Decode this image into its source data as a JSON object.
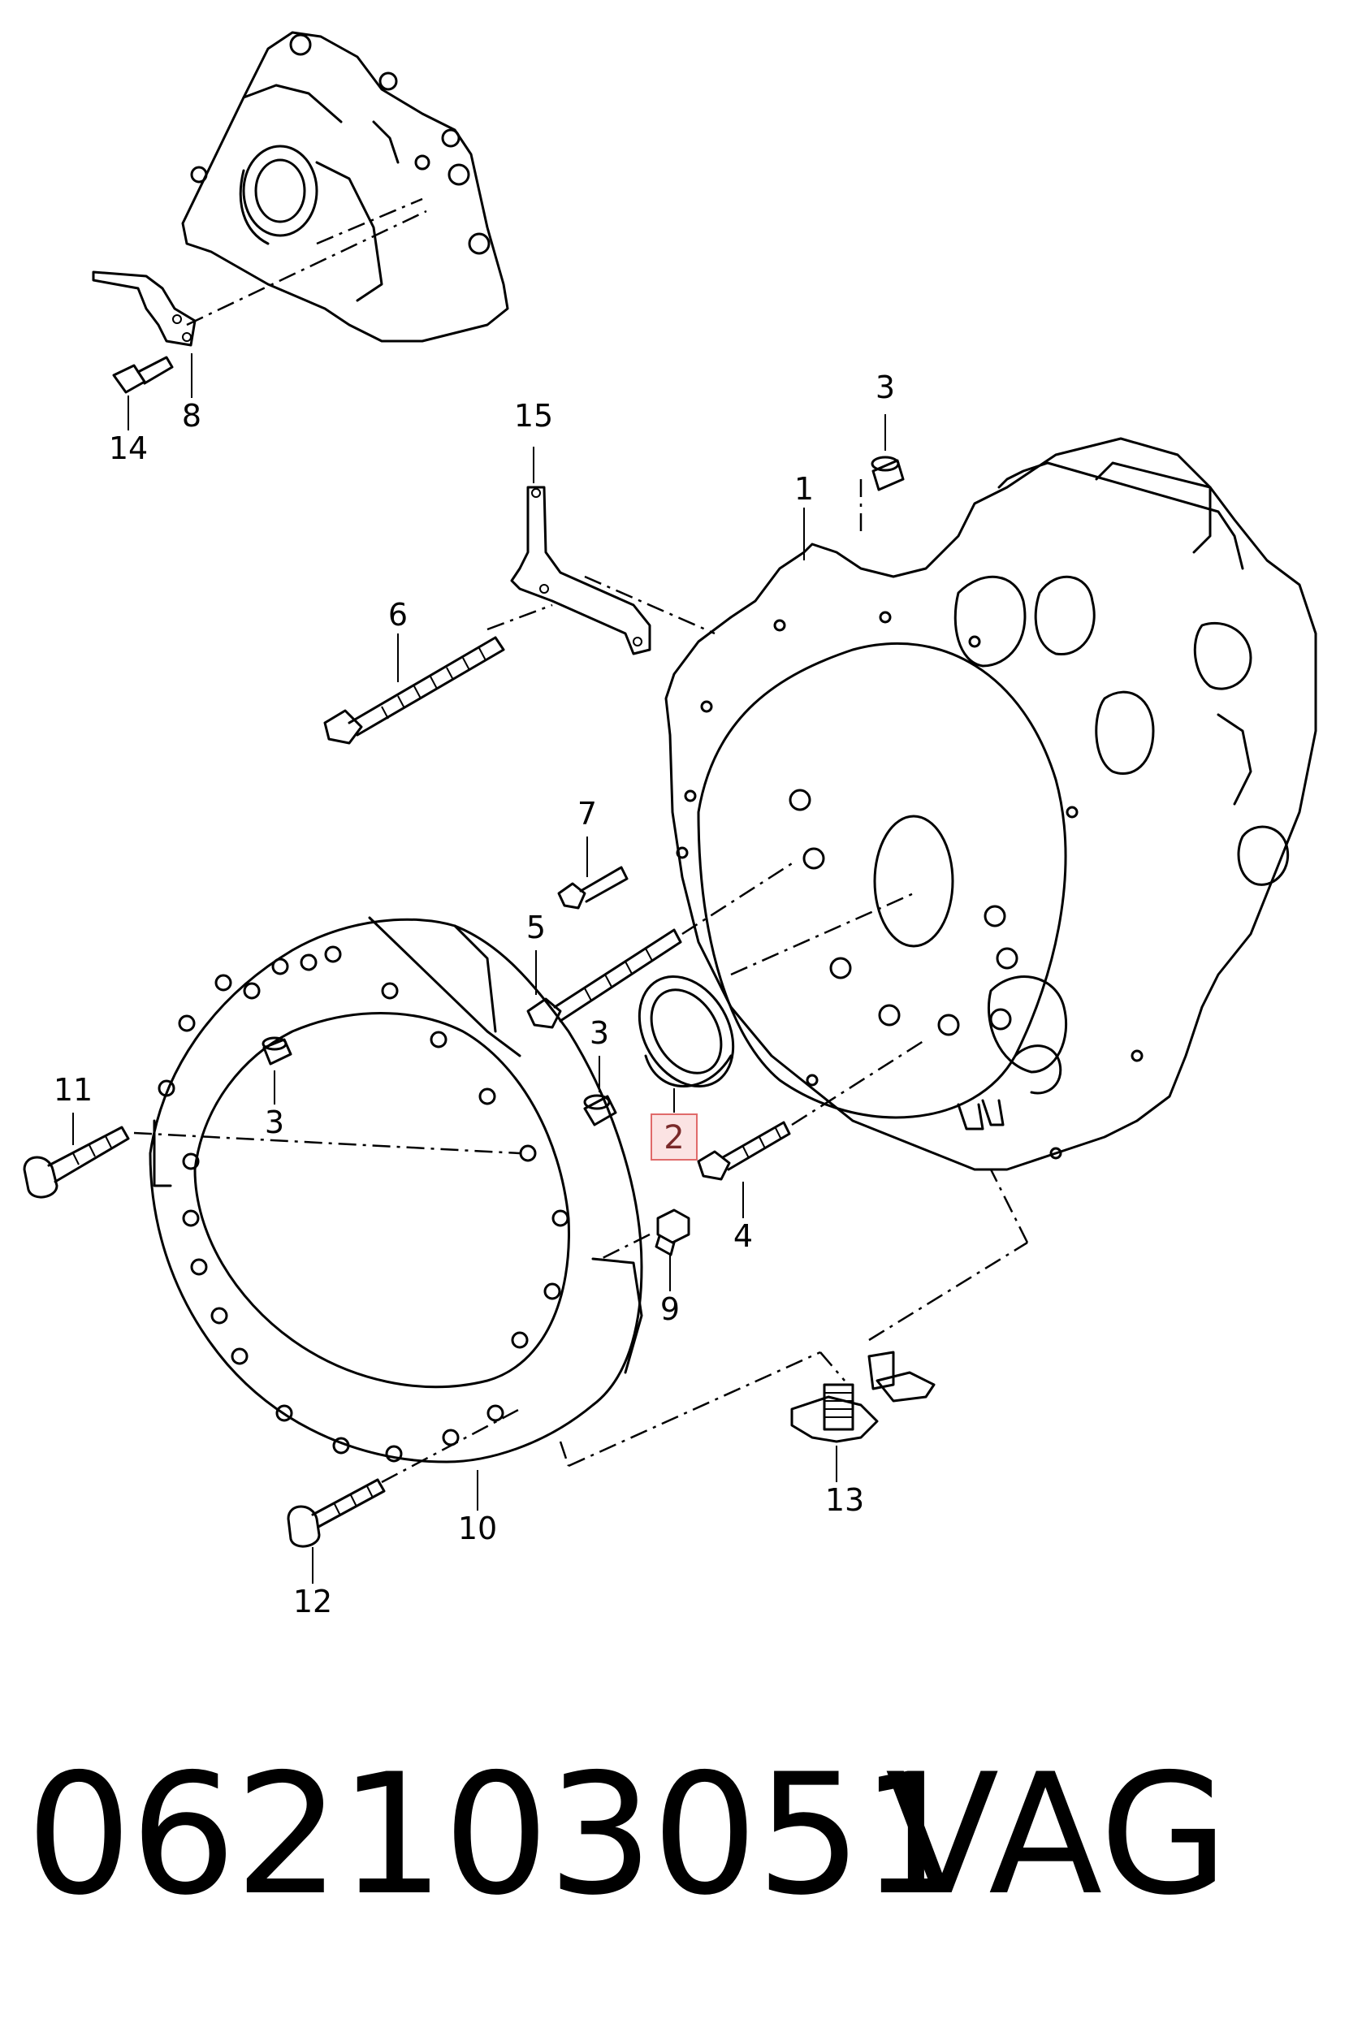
{
  "labels": {
    "l1": "1",
    "l2": "2",
    "l3a": "3",
    "l3b": "3",
    "l3c": "3",
    "l4": "4",
    "l5": "5",
    "l6": "6",
    "l7": "7",
    "l8": "8",
    "l9": "9",
    "l10": "10",
    "l11": "11",
    "l12": "12",
    "l13": "13",
    "l14": "14",
    "l15": "15"
  },
  "highlighted_label": "2",
  "highlight_color": "#e06a6a",
  "footer": {
    "part_number": "062103051",
    "brand": "VAG"
  }
}
